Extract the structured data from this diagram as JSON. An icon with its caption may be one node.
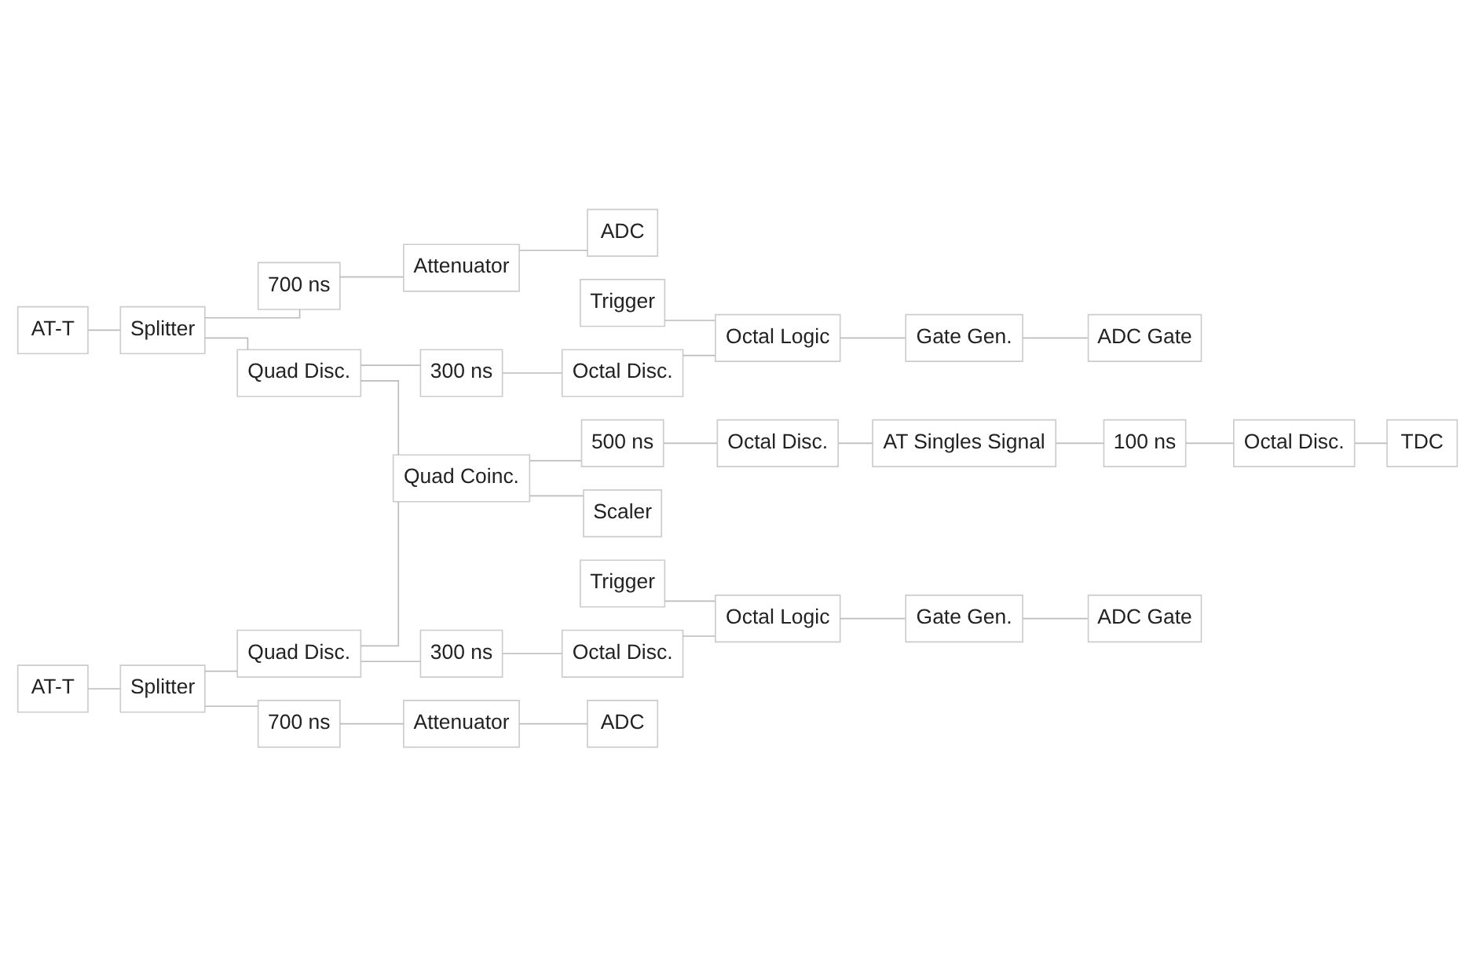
{
  "diagram": {
    "nodes": [
      {
        "text": [
          "700 ns"
        ]
      },
      {
        "text": [
          "Attenuator"
        ]
      },
      {
        "text": [
          "ADC"
        ]
      },
      {
        "text": [
          "AT-T"
        ]
      },
      {
        "text": [
          "Splitter"
        ]
      },
      {
        "text": [
          "Trigger"
        ]
      },
      {
        "text": [
          "Quad Disc."
        ]
      },
      {
        "text": [
          "300 ns"
        ]
      },
      {
        "text": [
          "Octal Disc."
        ]
      },
      {
        "text": [
          "Octal Logic"
        ]
      },
      {
        "text": [
          "Gate Gen."
        ]
      },
      {
        "text": [
          "ADC Gate"
        ]
      },
      {
        "text": [
          "100 ns"
        ]
      },
      {
        "text": [
          "Octal Disc."
        ]
      },
      {
        "text": [
          "TDC"
        ]
      },
      {
        "text": [
          "Quad Coinc."
        ]
      },
      {
        "text": [
          "500 ns"
        ]
      },
      {
        "text": [
          "Octal Disc."
        ]
      },
      {
        "text": [
          "AT Singles Signal"
        ]
      },
      {
        "text": [
          "Scaler"
        ]
      },
      {
        "text": [
          "Trigger"
        ]
      },
      {
        "text": [
          "Octal Logic"
        ]
      },
      {
        "text": [
          "Gate Gen."
        ]
      },
      {
        "text": [
          "ADC Gate"
        ]
      },
      {
        "text": [
          "Quad Disc."
        ]
      },
      {
        "text": [
          "300 ns"
        ]
      },
      {
        "text": [
          "Octal Disc."
        ]
      },
      {
        "text": [
          "AT-T"
        ]
      },
      {
        "text": [
          "Splitter"
        ]
      },
      {
        "text": [
          "700 ns"
        ]
      },
      {
        "text": [
          "Attenuator"
        ]
      },
      {
        "text": [
          "ADC"
        ]
      }
    ],
    "edges": [
      {
        "from": 3,
        "to": 4,
        "arrow": "none"
      },
      {
        "from": 4,
        "to": 0,
        "arrow": "none"
      },
      {
        "from": 0,
        "to": 1,
        "arrow": "none"
      },
      {
        "from": 1,
        "to": 2,
        "arrow": "none"
      },
      {
        "from": 4,
        "to": 6,
        "arrow": "none"
      },
      {
        "from": 6,
        "to": 7,
        "arrow": "none"
      },
      {
        "from": 7,
        "to": 8,
        "arrow": "none"
      },
      {
        "from": 8,
        "to": 9,
        "arrow": "none"
      },
      {
        "from": 5,
        "to": 9,
        "arrow": "none"
      },
      {
        "from": 9,
        "to": 10,
        "arrow": "none"
      },
      {
        "from": 10,
        "to": 11,
        "arrow": "none"
      },
      {
        "from": 6,
        "to": 15,
        "arrow": "none"
      },
      {
        "from": 15,
        "to": 16,
        "arrow": "none"
      },
      {
        "from": 16,
        "to": 17,
        "arrow": "none"
      },
      {
        "from": 17,
        "to": 18,
        "arrow": "none"
      },
      {
        "from": 18,
        "to": 12,
        "arrow": "none"
      },
      {
        "from": 12,
        "to": 13,
        "arrow": "none"
      },
      {
        "from": 13,
        "to": 14,
        "arrow": "none"
      },
      {
        "from": 15,
        "to": 19,
        "arrow": "none"
      },
      {
        "from": 24,
        "to": 15,
        "arrow": "none"
      },
      {
        "from": 27,
        "to": 28,
        "arrow": "none"
      },
      {
        "from": 28,
        "to": 24,
        "arrow": "none"
      },
      {
        "from": 24,
        "to": 25,
        "arrow": "none"
      },
      {
        "from": 25,
        "to": 26,
        "arrow": "none"
      },
      {
        "from": 26,
        "to": 21,
        "arrow": "none"
      },
      {
        "from": 20,
        "to": 21,
        "arrow": "none"
      },
      {
        "from": 21,
        "to": 22,
        "arrow": "none"
      },
      {
        "from": 22,
        "to": 23,
        "arrow": "none"
      },
      {
        "from": 28,
        "to": 29,
        "arrow": "none"
      },
      {
        "from": 29,
        "to": 30,
        "arrow": "none"
      },
      {
        "from": 30,
        "to": 31,
        "arrow": "none"
      }
    ]
  }
}
